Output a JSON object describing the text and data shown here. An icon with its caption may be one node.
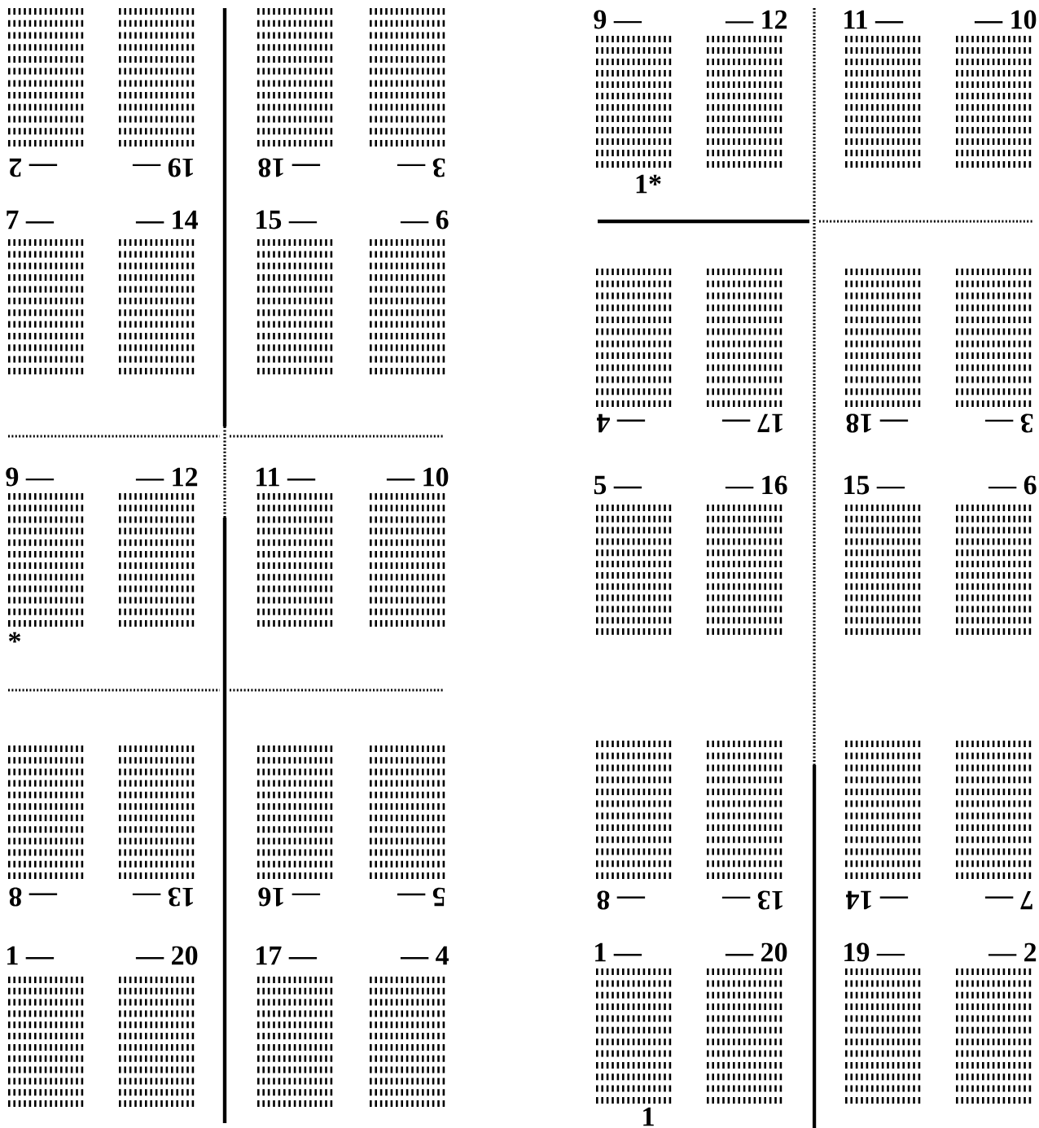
{
  "diagram": {
    "labels": [
      "— 2",
      "19 —",
      "— 18",
      "3 —",
      "7 —",
      "— 14",
      "15 —",
      "— 6",
      "9 —",
      "— 12",
      "11 —",
      "— 10",
      "*",
      "— 8",
      "13 —",
      "— 16",
      "5 —",
      "1 —",
      "— 20",
      "17 —",
      "— 4",
      "9 —",
      "— 12",
      "11 —",
      "— 10",
      "1*",
      "— 4",
      "17 —",
      "— 18",
      "3 —",
      "5 —",
      "— 16",
      "15 —",
      "— 6",
      "— 8",
      "13 —",
      "— 14",
      "7 —",
      "1 —",
      "— 20",
      "19 —",
      "— 2",
      "1"
    ]
  }
}
